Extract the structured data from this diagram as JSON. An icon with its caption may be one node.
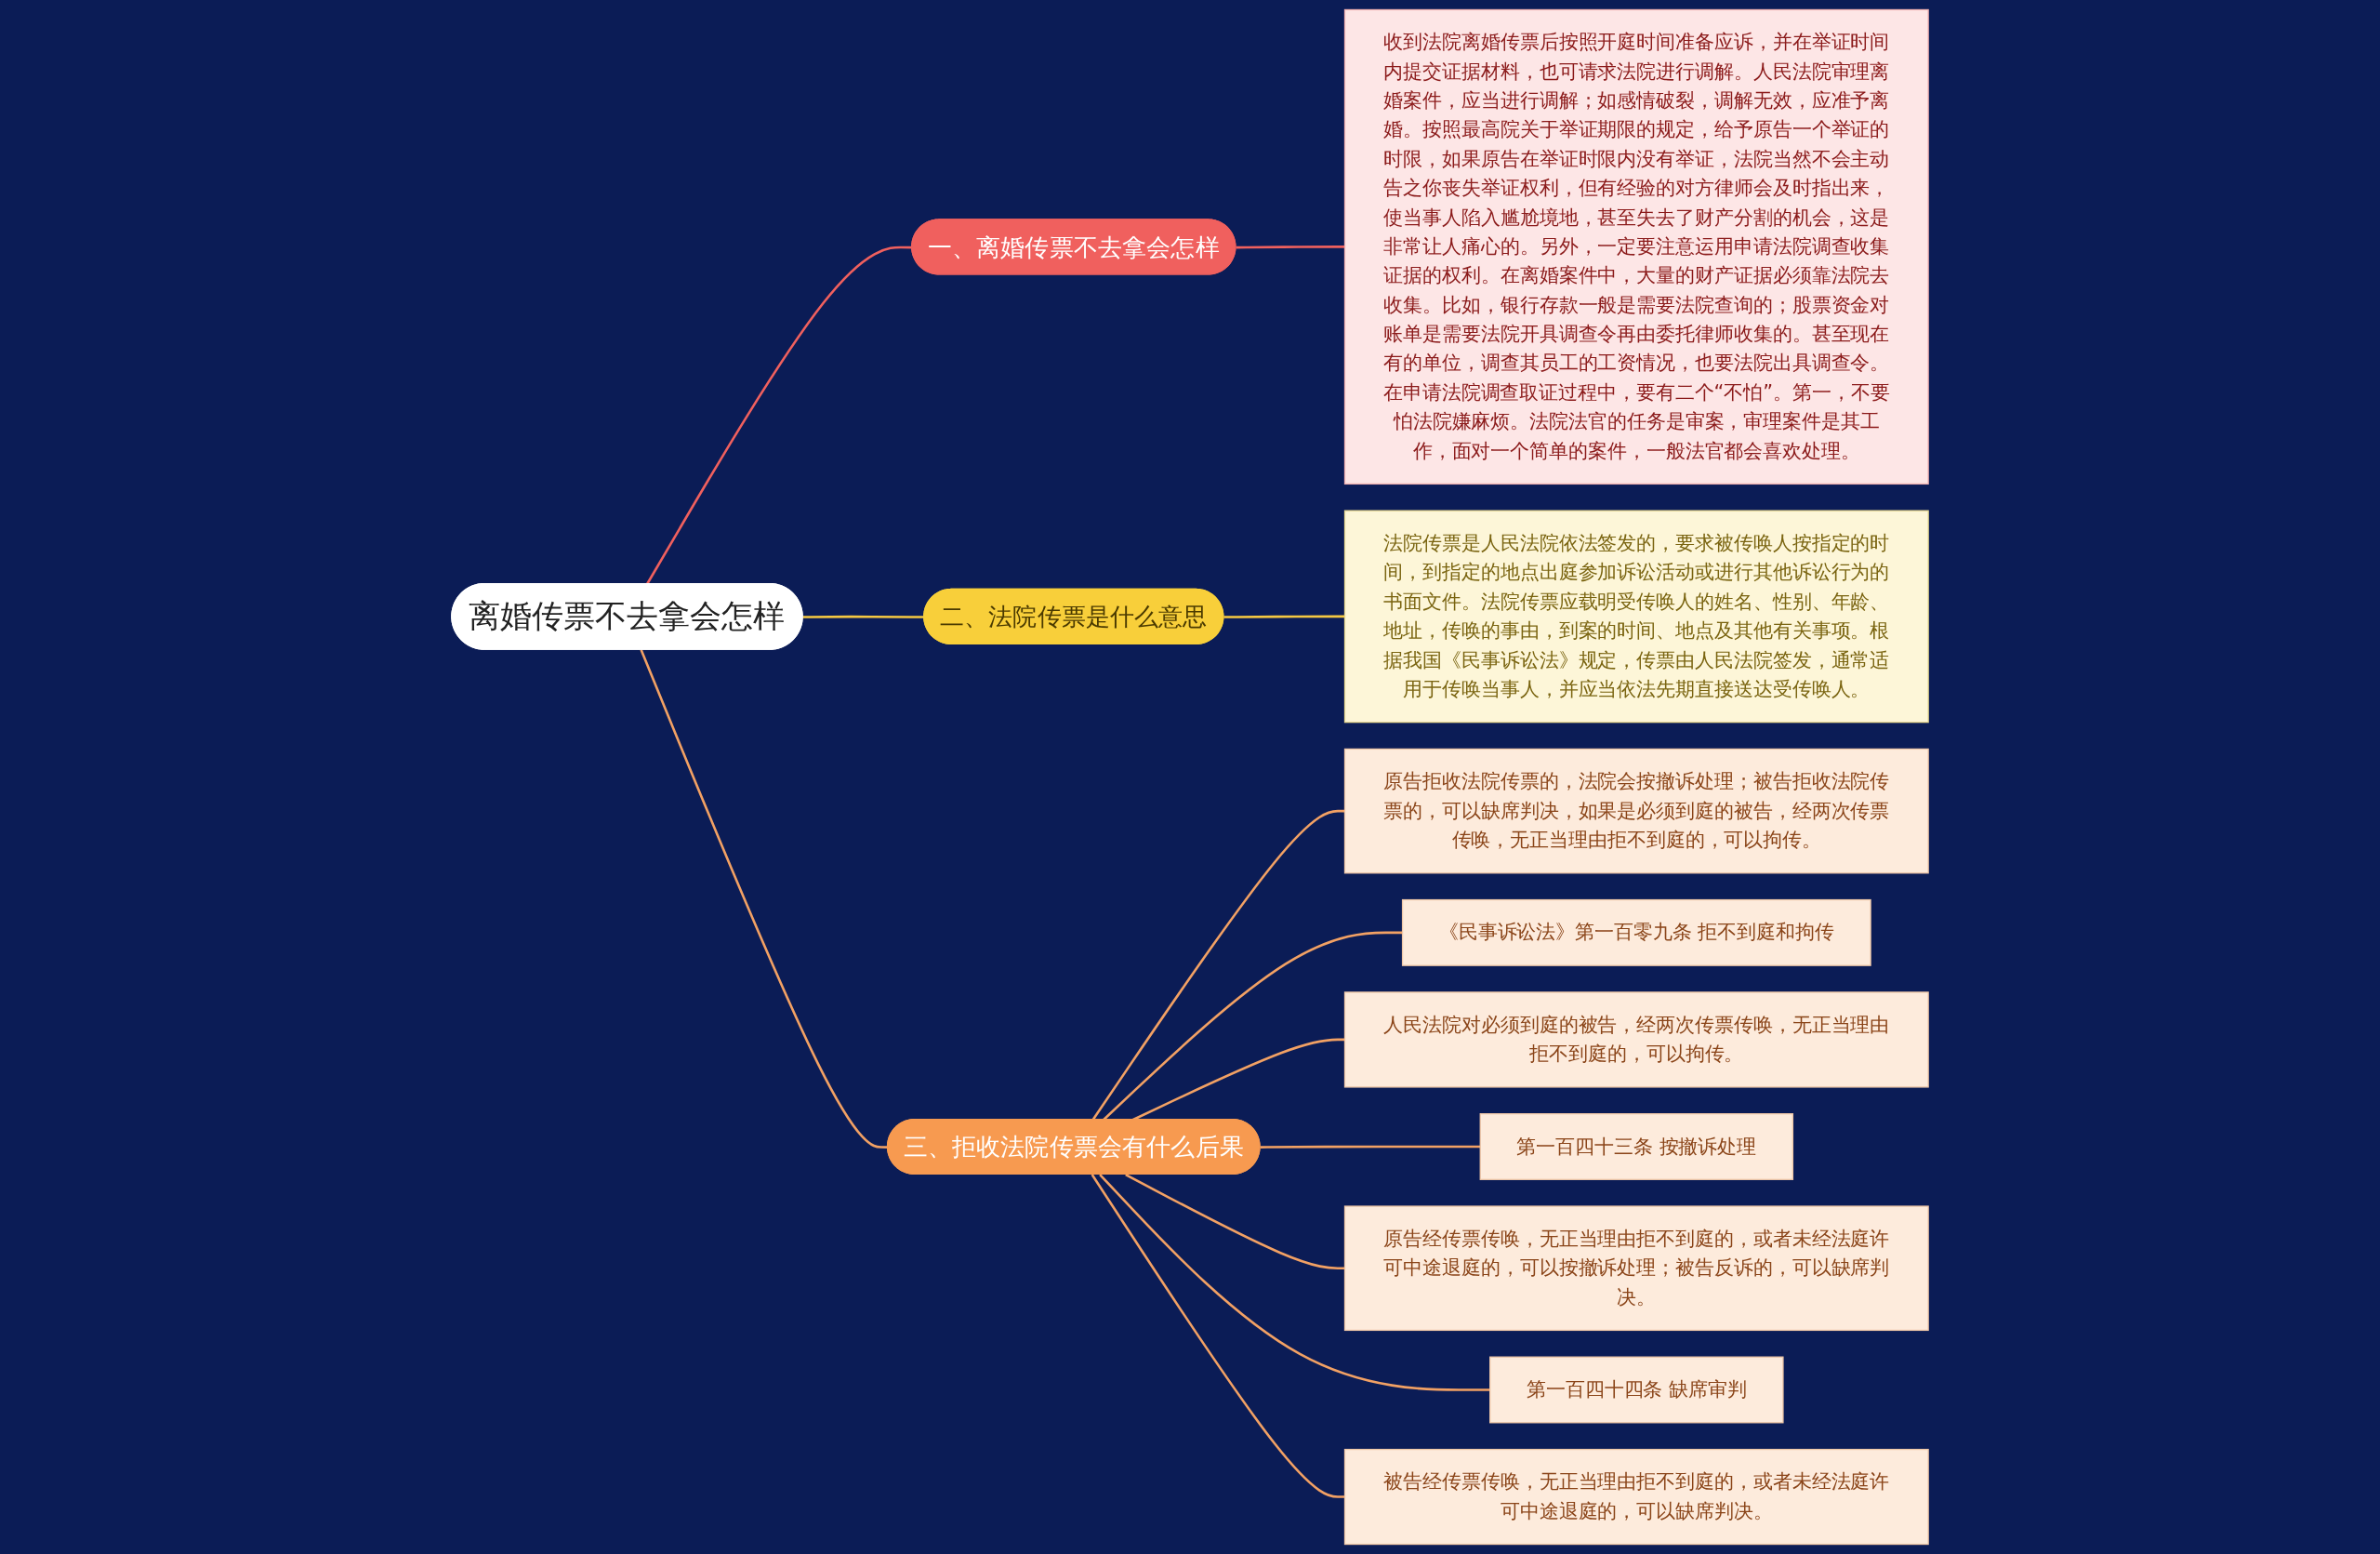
{
  "diagram": {
    "nodes": [
      {
        "text": [
          "离婚传票不去拿会怎样"
        ]
      },
      {
        "text": [
          "一、离婚传票不去拿会怎样"
        ]
      },
      {
        "text": [
          "收到法院离婚传票后按照开庭时间准备应诉，并在举证时间内提交证据材料，也可请求法院进行调解。人民法院审理离婚案件，应当进行调解；如感情破裂，调解无效，应准予离婚。按照最高院关于举证期限的规定，给予原告一个举证的时限，如果原告在举证时限内没有举证，法院当然不会主动告之你丧失举证权利，但有经验的对方律师会及时指出来，使当事人陷入尴尬境地，甚至失去了财产分割的机会，这是非常让人痛心的。另外，一定要注意运用申请法院调查收集证据的权利。在离婚案件中，大量的财产证据必须靠法院去收集。比如，银行存款一般是需要法院查询的；股票资金对账单是需要法院开具调查令再由委托律师收集的。甚至现在有的单位，调查其员工的工资情况，也要法院出具调查令。在申请法院调查取证过程中，要有二个“不怕”。第一，不要怕法院嫌麻烦。法院法官的任务是审案，审理案件是其工作，面对一个简单的案件，一般法官都会喜欢处理。"
        ]
      },
      {
        "text": [
          "二、法院传票是什么意思"
        ]
      },
      {
        "text": [
          "法院传票是人民法院依法签发的，要求被传唤人按指定的时间，到指定的地点出庭参加诉讼活动或进行其他诉讼行为的书面文件。法院传票应载明受传唤人的姓名、性别、年龄、地址，传唤的事由，到案的时间、地点及其他有关事项。根据我国《民事诉讼法》规定，传票由人民法院签发，通常适用于传唤当事人，并应当依法先期直接送达受传唤人。"
        ]
      },
      {
        "text": [
          "三、拒收法院传票会有什么后果"
        ]
      },
      {
        "text": [
          "原告拒收法院传票的，法院会按撤诉处理；被告拒收法院传票的，可以缺席判决，如果是必须到庭的被告，经两次传票传唤，无正当理由拒不到庭的，可以拘传。"
        ]
      },
      {
        "text": [
          "《民事诉讼法》第一百零九条 拒不到庭和拘传"
        ]
      },
      {
        "text": [
          "人民法院对必须到庭的被告，经两次传票传唤，无正当理由拒不到庭的，可以拘传。"
        ]
      },
      {
        "text": [
          "第一百四十三条 按撤诉处理"
        ]
      },
      {
        "text": [
          "原告经传票传唤，无正当理由拒不到庭的，或者未经法庭许可中途退庭的，可以按撤诉处理；被告反诉的，可以缺席判决。"
        ]
      },
      {
        "text": [
          "第一百四十四条 缺席审判"
        ]
      },
      {
        "text": [
          "被告经传票传唤，无正当理由拒不到庭的，或者未经法庭许可中途退庭的，可以缺席判决。"
        ]
      }
    ],
    "edges": [
      {
        "from": 0,
        "to": 1,
        "arrow": "none",
        "color": "#f0605e"
      },
      {
        "from": 1,
        "to": 2,
        "arrow": "none",
        "color": "#f0605e"
      },
      {
        "from": 0,
        "to": 3,
        "arrow": "none",
        "color": "#f5c842"
      },
      {
        "from": 3,
        "to": 4,
        "arrow": "none",
        "color": "#f5c842"
      },
      {
        "from": 0,
        "to": 5,
        "arrow": "none"
      },
      {
        "from": 5,
        "to": 6,
        "arrow": "none"
      },
      {
        "from": 5,
        "to": 7,
        "arrow": "none"
      },
      {
        "from": 5,
        "to": 8,
        "arrow": "none"
      },
      {
        "from": 5,
        "to": 9,
        "arrow": "none"
      },
      {
        "from": 5,
        "to": 10,
        "arrow": "none"
      },
      {
        "from": 5,
        "to": 11,
        "arrow": "none"
      },
      {
        "from": 5,
        "to": 12,
        "arrow": "none"
      }
    ]
  }
}
